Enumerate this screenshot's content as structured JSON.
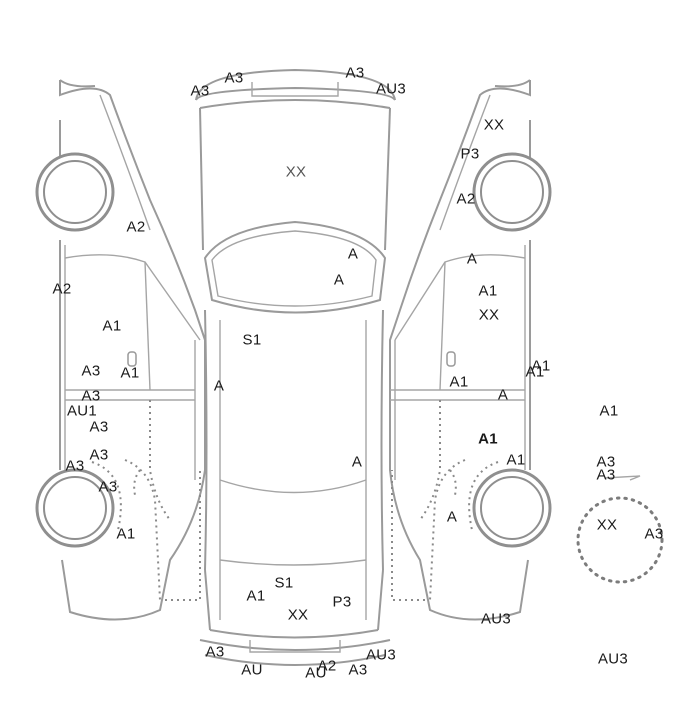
{
  "labels": {
    "top_a3_1": "A3",
    "top_a3_2": "A3",
    "top_a3_3": "A3",
    "top_au3": "AU3",
    "roof_xx": "XX",
    "right_xx_top": "XX",
    "right_p3": "P3",
    "right_a2": "A2",
    "left_a2_top": "A2",
    "left_a2_door": "A2",
    "ws_a_1": "A",
    "ws_a_2": "A",
    "right_a_top": "A",
    "right_a1_door": "A1",
    "right_xx_door": "XX",
    "left_a1_door": "A1",
    "s1_front": "S1",
    "left_a3_1": "A3",
    "left_a1_handle": "A1",
    "left_a3_2": "A3",
    "left_au1": "AU1",
    "left_a3_3": "A3",
    "body_a_left": "A",
    "right_a1_handle": "A1",
    "right_a1_handle2": "A1",
    "right_a1_mid": "A1",
    "right_a_mid": "A",
    "right_a1_bold": "A1",
    "right_a1_low": "A1",
    "body_a_right": "A",
    "left_a3_4": "A3",
    "left_a3_5": "A3",
    "left_a3_6": "A3",
    "right_a_wheel": "A",
    "left_a1_low": "A1",
    "spare_a1": "A1",
    "spare_a3_1": "A3",
    "spare_a3_2": "A3",
    "spare_xx": "XX",
    "spare_a3_3": "A3",
    "rear_s1": "S1",
    "rear_a1": "A1",
    "rear_xx": "XX",
    "rear_p3": "P3",
    "right_au3_low": "AU3",
    "bottom_a3_1": "A3",
    "bottom_au": "AU",
    "bottom_au2": "AU",
    "bottom_a2": "A2",
    "bottom_a3_2": "A3",
    "bottom_au3": "AU3",
    "spare_au3": "AU3"
  }
}
